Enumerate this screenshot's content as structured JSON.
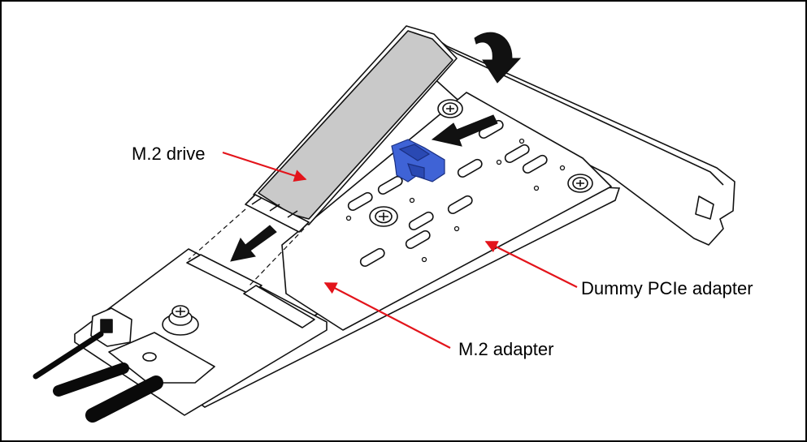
{
  "labels": {
    "m2_drive": "M.2 drive",
    "dummy_pcie_adapter": "Dummy PCIe adapter",
    "m2_adapter": "M.2 adapter"
  },
  "colors": {
    "callout": "#e3141b",
    "drive_fill": "#c9c9c9",
    "retainer": "#3f63d6",
    "retainer_dark": "#2a49b3",
    "line": "#111111",
    "cable": "#0a0a0a"
  },
  "icons": {
    "rotation": "curved-arrow-icon",
    "slide": "straight-arrow-icon",
    "screw": "screw-icon"
  }
}
